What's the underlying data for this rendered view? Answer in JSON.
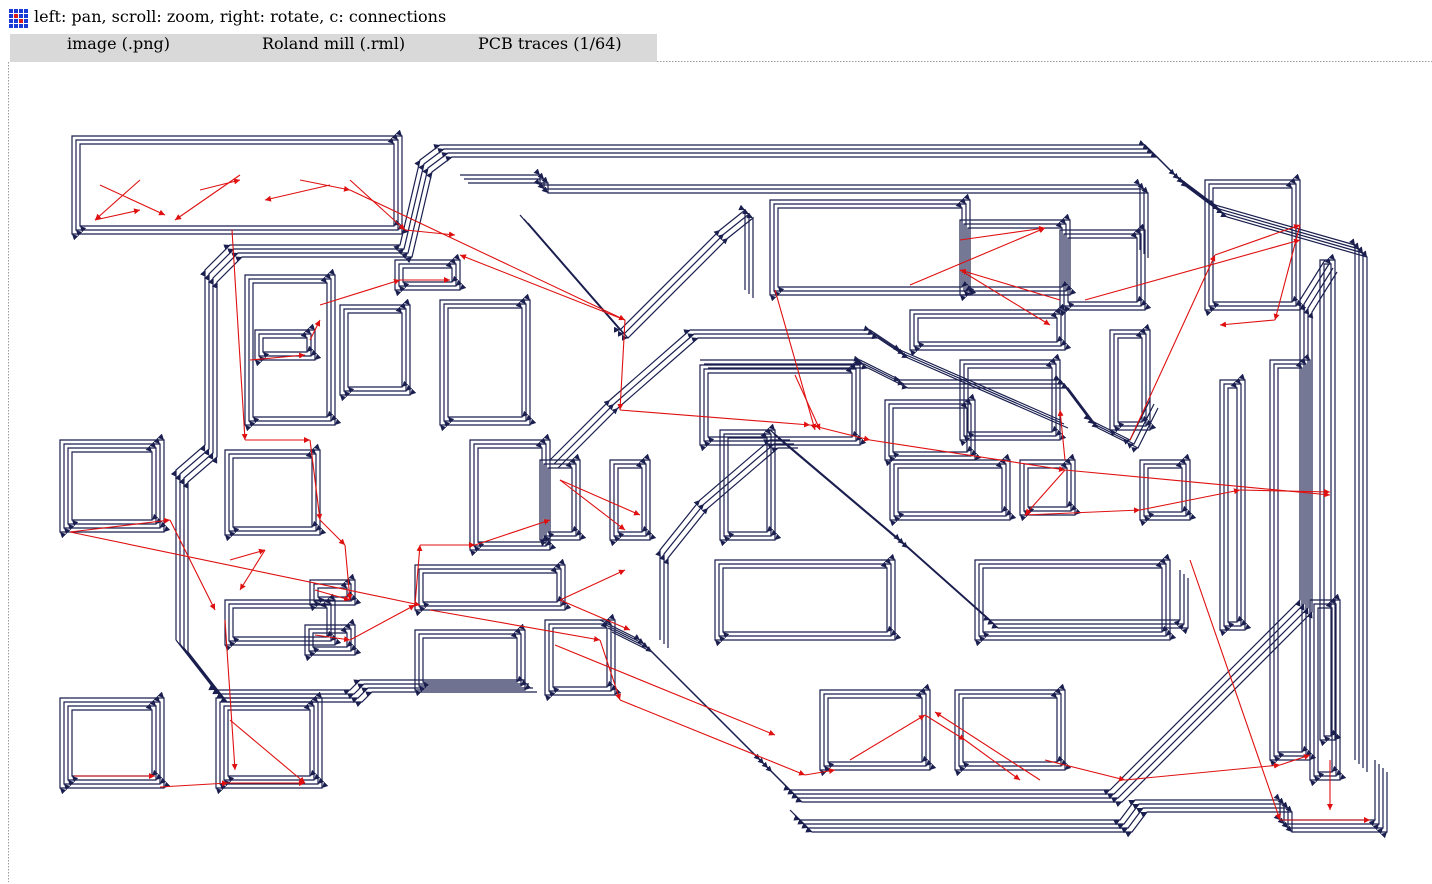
{
  "hint": "left: pan, scroll: zoom, right: rotate, c: connections",
  "menu": [
    {
      "label": "image (.png)"
    },
    {
      "label": "Roland mill (.rml)"
    },
    {
      "label": "PCB traces (1/64)"
    }
  ],
  "colors": {
    "background": "#ffffff",
    "menubar": "#d9d9d9",
    "trace": "#1a1f4f",
    "connection": "#e01010",
    "icon_blue": "#1a3ad8",
    "icon_red": "#d81a1a"
  },
  "icons": {
    "app": "grid-app-icon"
  }
}
